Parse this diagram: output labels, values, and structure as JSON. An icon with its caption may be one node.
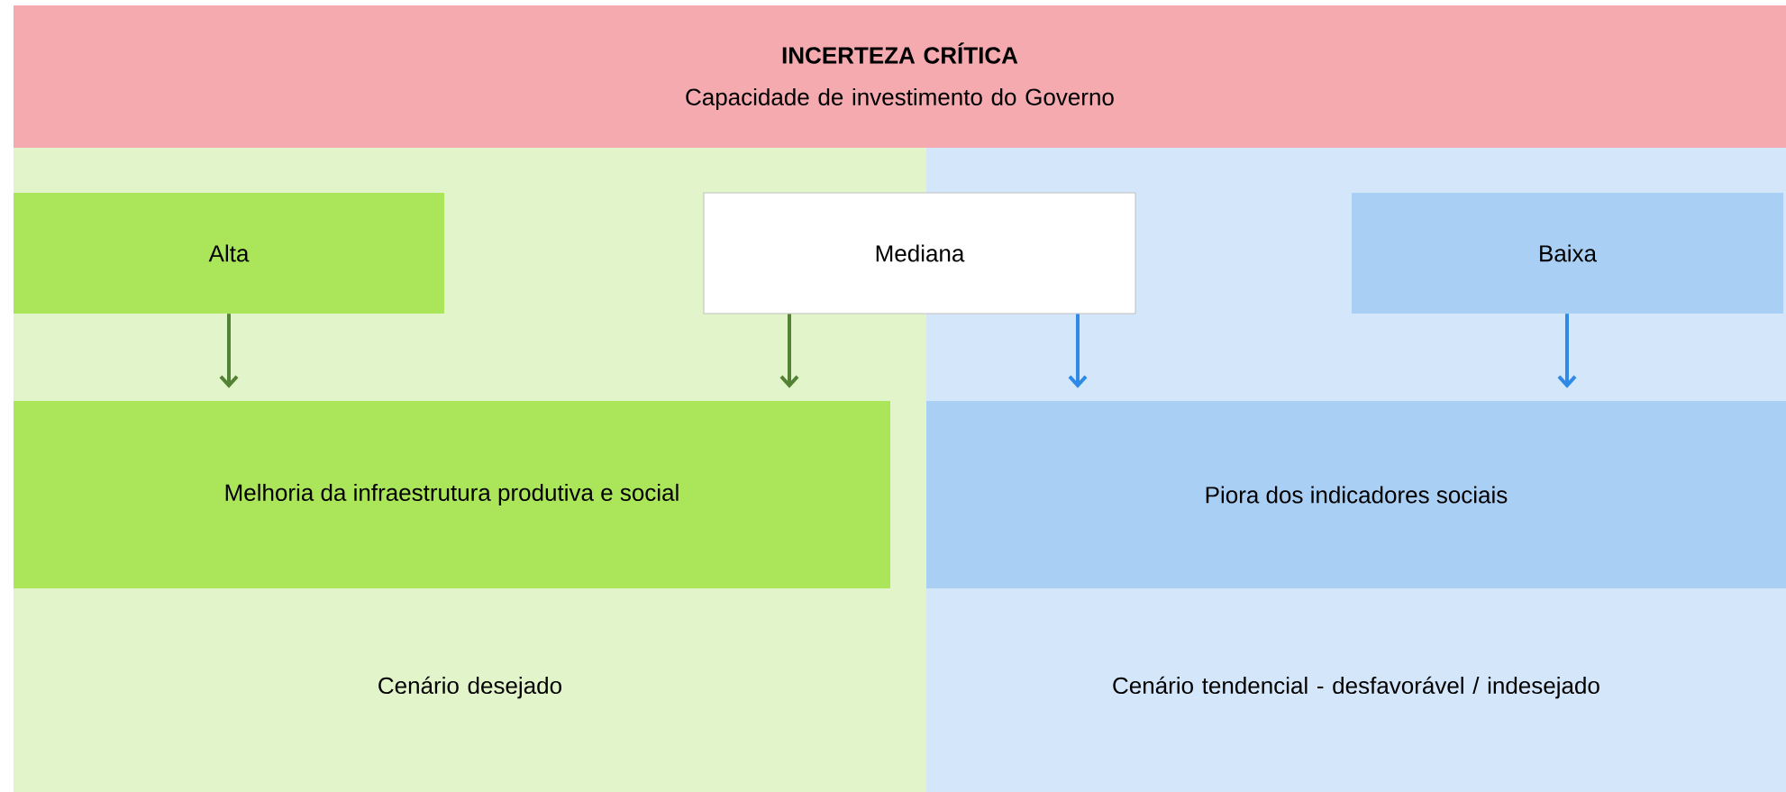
{
  "diagram": {
    "nodes": [
      {
        "text": [
          "INCERTEZA CRÍTICA",
          "Capacidade de investimento do Governo"
        ]
      },
      {
        "text": [
          "Cenário desejado"
        ]
      },
      {
        "text": [
          "Cenário tendencial - desfavorável / indesejado"
        ]
      },
      {
        "text": [
          "Alta"
        ],
        "in": 1
      },
      {
        "text": [
          "Mediana"
        ]
      },
      {
        "text": [
          "Baixa"
        ],
        "in": 2
      },
      {
        "text": [
          "Melhoria da infraestrutura produtiva e social"
        ],
        "in": 1
      },
      {
        "text": [
          "Piora dos indicadores sociais"
        ],
        "in": 2
      }
    ],
    "edges": [
      {
        "from": 3,
        "to": 6,
        "arrow": "to",
        "color": "#548235"
      },
      {
        "from": 4,
        "to": 6,
        "arrow": "to",
        "color": "#548235"
      },
      {
        "from": 4,
        "to": 7,
        "arrow": "to",
        "color": "#2e8ae6"
      },
      {
        "from": 5,
        "to": 7,
        "arrow": "to",
        "color": "#2e8ae6"
      }
    ]
  }
}
